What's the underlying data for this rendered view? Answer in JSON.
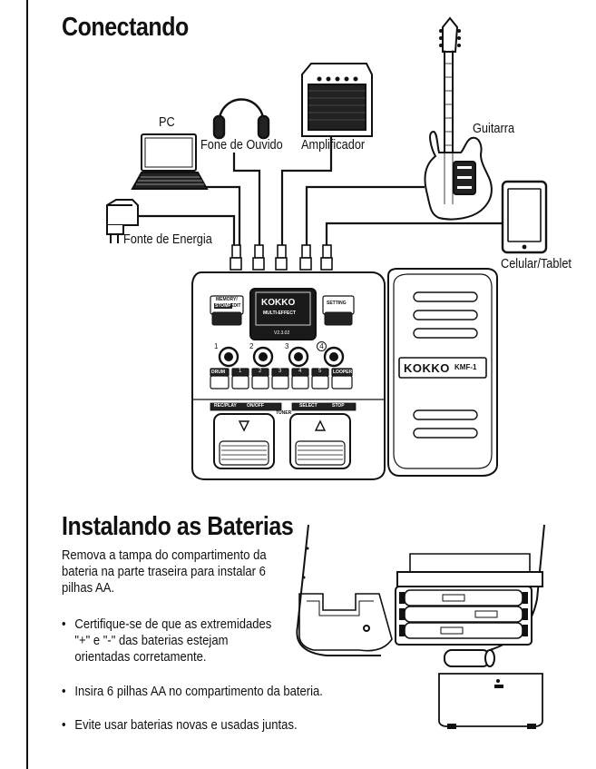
{
  "section_connect": {
    "title": "Conectando",
    "labels": {
      "pc": "PC",
      "headphone": "Fone de Ouvido",
      "amplifier": "Amplificador",
      "guitar": "Guitarra",
      "power": "Fonte de Energia",
      "phone": "Celular/Tablet"
    }
  },
  "device": {
    "brand": "KOKKO",
    "screen_sub": "MULTI-EFFECT",
    "version": "V2.3.02",
    "model": "KMF-1",
    "memory_label": "MEMORY/",
    "stomp_label": "STOMP",
    "edit_label": "EDIT",
    "setting_label": "SETTING",
    "knobs": [
      "1",
      "2",
      "3",
      "4"
    ],
    "buttons": [
      "DRUM",
      "1",
      "2",
      "3",
      "4",
      "5",
      "LOOPER"
    ],
    "rec_label": "REC/PLAY",
    "onoff_label": "ON/OFF",
    "tuner_label": "TUNER",
    "select_label": "SELECT",
    "stop_label": "STOP"
  },
  "section_battery": {
    "title": "Instalando as Baterias",
    "intro": "Remova a tampa do compartimento da bateria na parte traseira para instalar 6 pilhas AA.",
    "bullets": [
      "Certifique-se de que as extremidades \"+\" e \"-\" das baterias estejam orientadas corretamente.",
      "Insira 6 pilhas AA no compartimento da bateria.",
      "Evite usar baterias novas e usadas juntas."
    ],
    "bullet_symbol": "•"
  }
}
